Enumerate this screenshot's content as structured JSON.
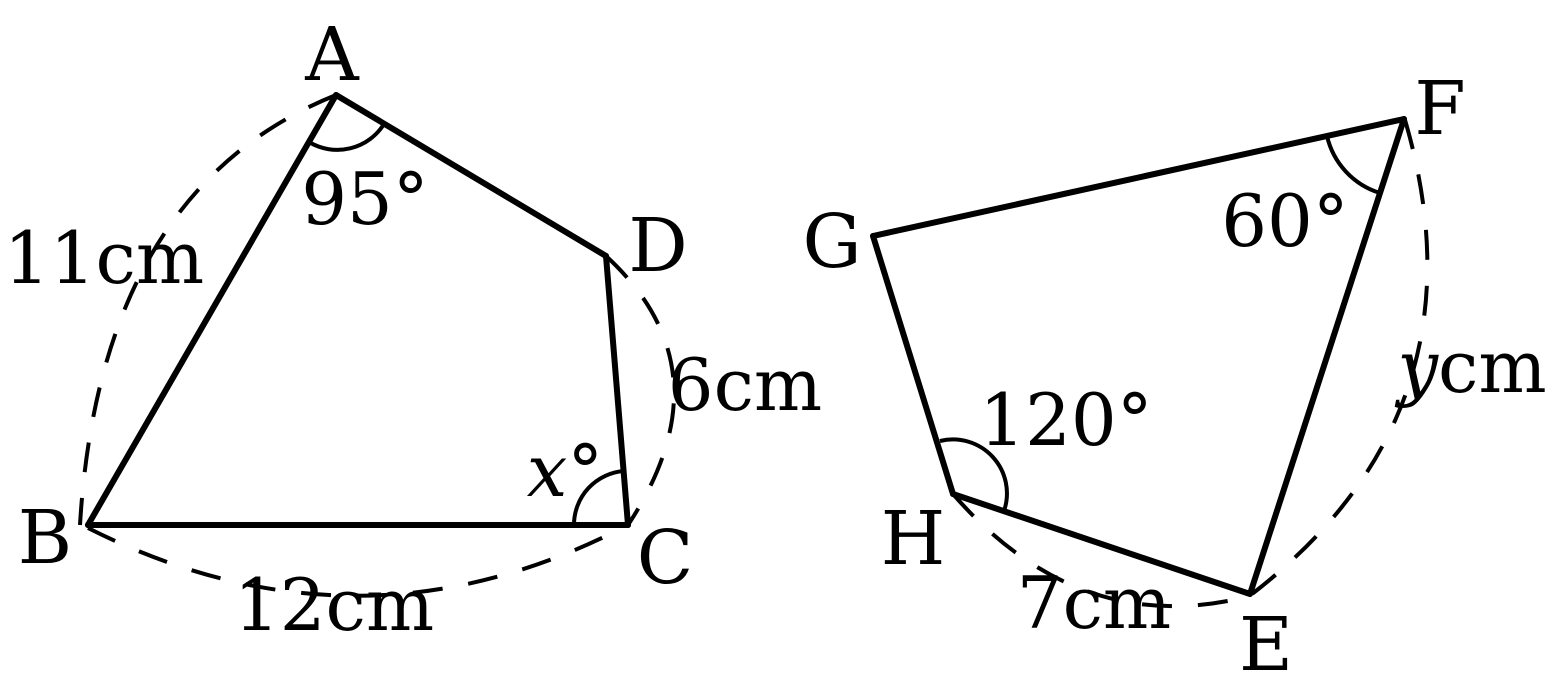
{
  "left_figure": {
    "vertices": {
      "A": "A",
      "B": "B",
      "C": "C",
      "D": "D"
    },
    "angle_A": "95°",
    "angle_C_var": "x",
    "angle_C_deg": "°",
    "side_AB": "11cm",
    "side_BC": "12cm",
    "side_CD": "6cm"
  },
  "right_figure": {
    "vertices": {
      "E": "E",
      "F": "F",
      "G": "G",
      "H": "H"
    },
    "angle_F": "60°",
    "angle_H": "120°",
    "side_HE": "7cm",
    "side_EF_var": "y",
    "side_EF_unit": "cm"
  }
}
